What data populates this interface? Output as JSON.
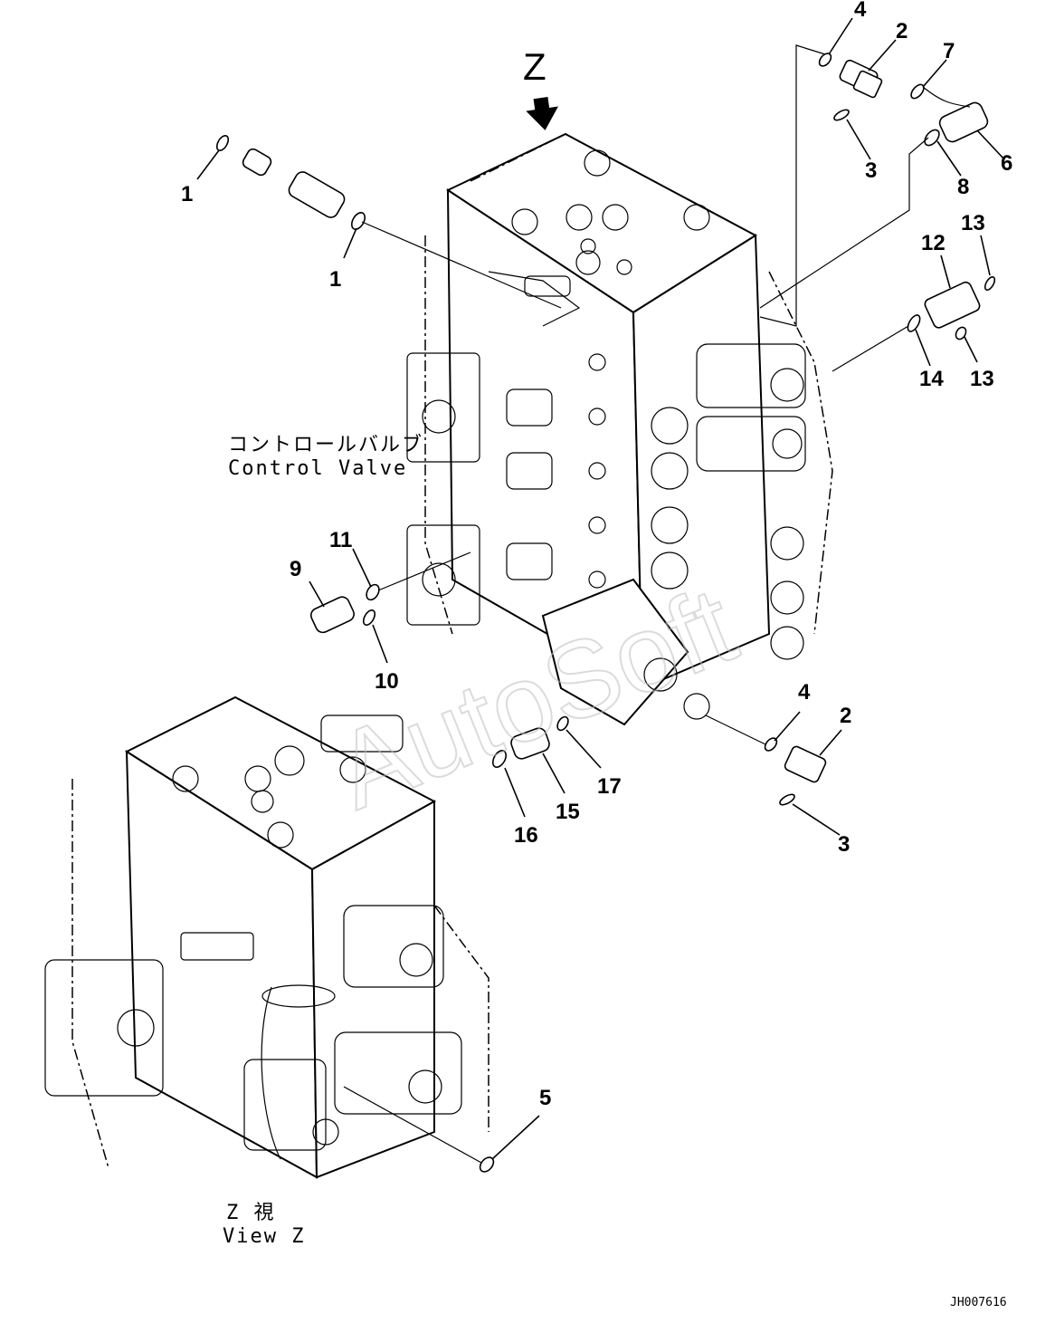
{
  "view_arrow_label": "Z",
  "labels": {
    "control_valve_jp": "コントロールバルブ",
    "control_valve_en": "Control Valve",
    "view_z_jp": "Z  視",
    "view_z_en": "View Z"
  },
  "drawing_code": "JH007616",
  "watermark": "AutoSoft",
  "callouts": [
    "1",
    "1",
    "2",
    "2",
    "3",
    "3",
    "4",
    "4",
    "5",
    "6",
    "7",
    "8",
    "9",
    "10",
    "11",
    "12",
    "13",
    "13",
    "14",
    "15",
    "16",
    "17"
  ]
}
